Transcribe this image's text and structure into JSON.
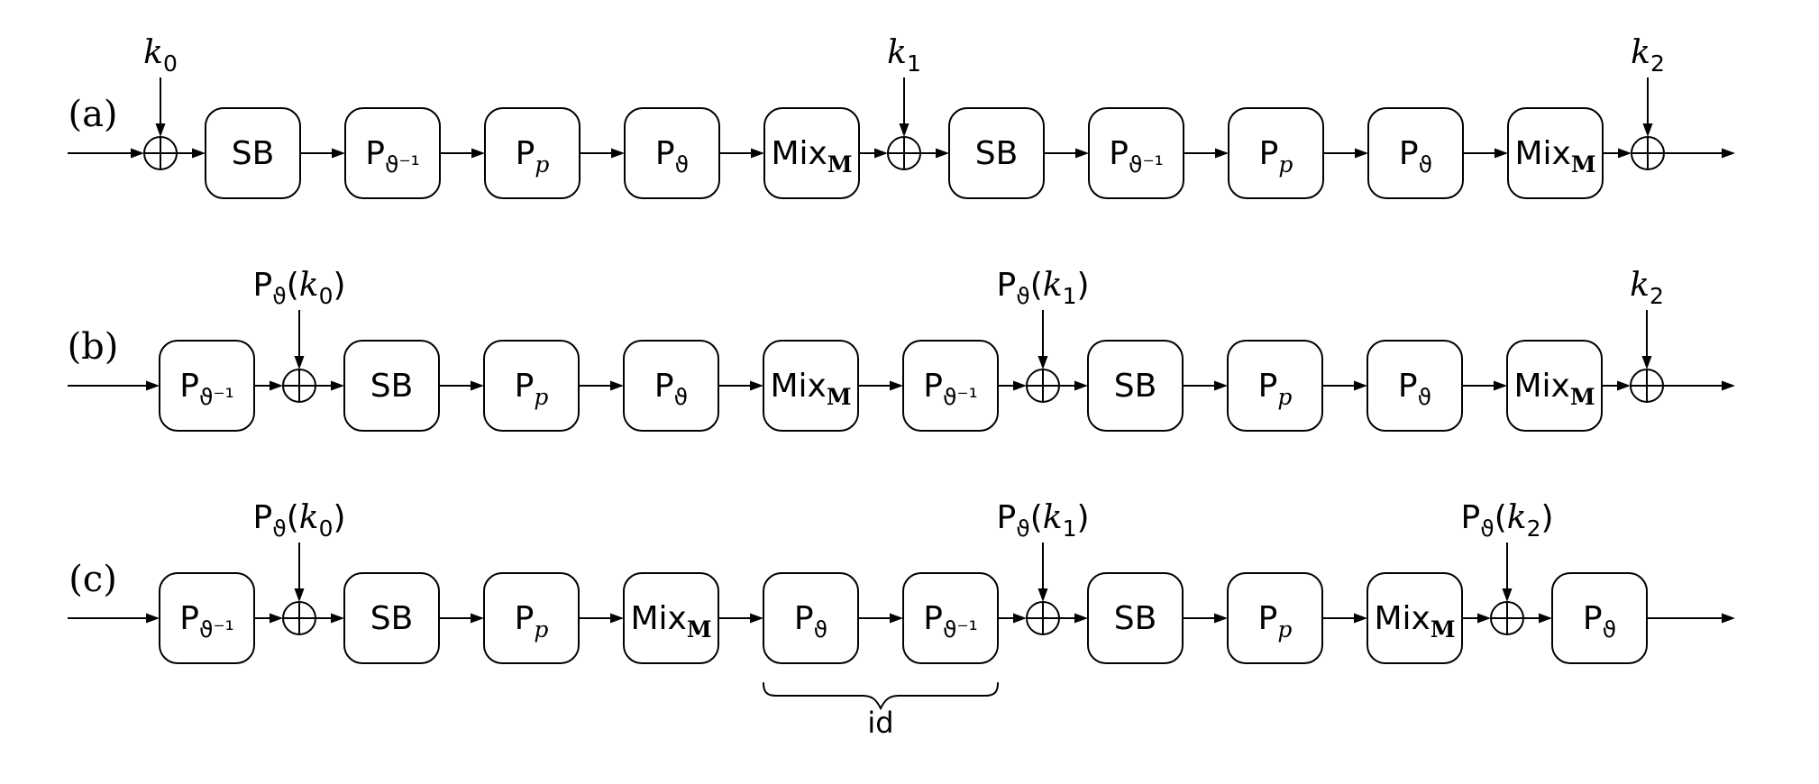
{
  "figure": {
    "background_color": "#ffffff",
    "stroke_color": "#000000",
    "symbols": {
      "SB": [
        {
          "t": "SB"
        }
      ],
      "Pinv": [
        {
          "t": "P"
        },
        {
          "t": "ϑ⁻¹",
          "sub": true
        }
      ],
      "Pp": [
        {
          "t": "P"
        },
        {
          "t": "p",
          "sub": true,
          "italic": true
        }
      ],
      "Ptheta": [
        {
          "t": "P"
        },
        {
          "t": "ϑ",
          "sub": true
        }
      ],
      "Mix": [
        {
          "t": "Mix"
        },
        {
          "t": "M",
          "sub": true,
          "bold": true
        }
      ]
    },
    "keys": {
      "k0": [
        {
          "t": "k",
          "italic": true
        },
        {
          "t": "0",
          "sub": true
        }
      ],
      "k1": [
        {
          "t": "k",
          "italic": true
        },
        {
          "t": "1",
          "sub": true
        }
      ],
      "k2": [
        {
          "t": "k",
          "italic": true
        },
        {
          "t": "2",
          "sub": true
        }
      ],
      "Pk0": [
        {
          "t": "P"
        },
        {
          "t": "ϑ",
          "sub": true
        },
        {
          "t": "("
        },
        {
          "t": "k",
          "italic": true
        },
        {
          "t": "0",
          "sub": true
        },
        {
          "t": ")"
        }
      ],
      "Pk1": [
        {
          "t": "P"
        },
        {
          "t": "ϑ",
          "sub": true
        },
        {
          "t": "("
        },
        {
          "t": "k",
          "italic": true
        },
        {
          "t": "1",
          "sub": true
        },
        {
          "t": ")"
        }
      ],
      "Pk2": [
        {
          "t": "P"
        },
        {
          "t": "ϑ",
          "sub": true
        },
        {
          "t": "("
        },
        {
          "t": "k",
          "italic": true
        },
        {
          "t": "2",
          "sub": true
        },
        {
          "t": ")"
        }
      ]
    },
    "rows": [
      {
        "id": "a",
        "label": "(a)",
        "nodes": [
          {
            "type": "xor",
            "key": "k0"
          },
          {
            "type": "box",
            "symbol": "SB"
          },
          {
            "type": "box",
            "symbol": "Pinv"
          },
          {
            "type": "box",
            "symbol": "Pp"
          },
          {
            "type": "box",
            "symbol": "Ptheta"
          },
          {
            "type": "box",
            "symbol": "Mix"
          },
          {
            "type": "xor",
            "key": "k1"
          },
          {
            "type": "box",
            "symbol": "SB"
          },
          {
            "type": "box",
            "symbol": "Pinv"
          },
          {
            "type": "box",
            "symbol": "Pp"
          },
          {
            "type": "box",
            "symbol": "Ptheta"
          },
          {
            "type": "box",
            "symbol": "Mix"
          },
          {
            "type": "xor",
            "key": "k2"
          }
        ]
      },
      {
        "id": "b",
        "label": "(b)",
        "nodes": [
          {
            "type": "box",
            "symbol": "Pinv"
          },
          {
            "type": "xor",
            "key": "Pk0"
          },
          {
            "type": "box",
            "symbol": "SB"
          },
          {
            "type": "box",
            "symbol": "Pp"
          },
          {
            "type": "box",
            "symbol": "Ptheta"
          },
          {
            "type": "box",
            "symbol": "Mix"
          },
          {
            "type": "box",
            "symbol": "Pinv"
          },
          {
            "type": "xor",
            "key": "Pk1"
          },
          {
            "type": "box",
            "symbol": "SB"
          },
          {
            "type": "box",
            "symbol": "Pp"
          },
          {
            "type": "box",
            "symbol": "Ptheta"
          },
          {
            "type": "box",
            "symbol": "Mix"
          },
          {
            "type": "xor",
            "key": "k2"
          }
        ]
      },
      {
        "id": "c",
        "label": "(c)",
        "nodes": [
          {
            "type": "box",
            "symbol": "Pinv"
          },
          {
            "type": "xor",
            "key": "Pk0"
          },
          {
            "type": "box",
            "symbol": "SB"
          },
          {
            "type": "box",
            "symbol": "Pp"
          },
          {
            "type": "box",
            "symbol": "Mix"
          },
          {
            "type": "box",
            "symbol": "Ptheta"
          },
          {
            "type": "box",
            "symbol": "Pinv"
          },
          {
            "type": "xor",
            "key": "Pk1"
          },
          {
            "type": "box",
            "symbol": "SB"
          },
          {
            "type": "box",
            "symbol": "Pp"
          },
          {
            "type": "box",
            "symbol": "Mix"
          },
          {
            "type": "xor",
            "key": "Pk2"
          },
          {
            "type": "box",
            "symbol": "Ptheta"
          }
        ],
        "brace": {
          "from": 5,
          "to": 6,
          "label": "id"
        }
      }
    ]
  }
}
